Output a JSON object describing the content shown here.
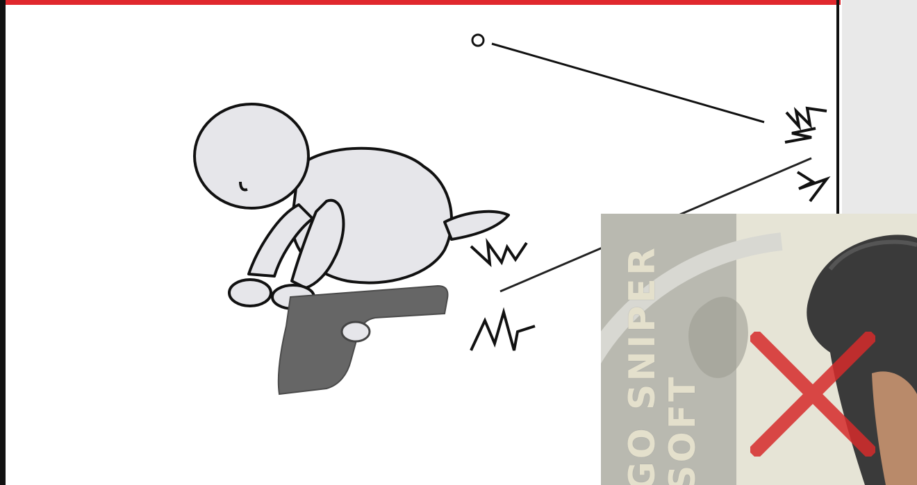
{
  "patch": {
    "line1": "GO SNIPER",
    "line2": "SOFT"
  },
  "colors": {
    "accent_bar": "#e0282d",
    "gun": "#666666",
    "figure_fill": "#e6e6ea",
    "x_mark": "#d62b2b"
  },
  "icons": [
    "stick-figure",
    "pistol",
    "bullet-trajectory",
    "impact-burst",
    "crossed-x",
    "soldier-helmet"
  ]
}
